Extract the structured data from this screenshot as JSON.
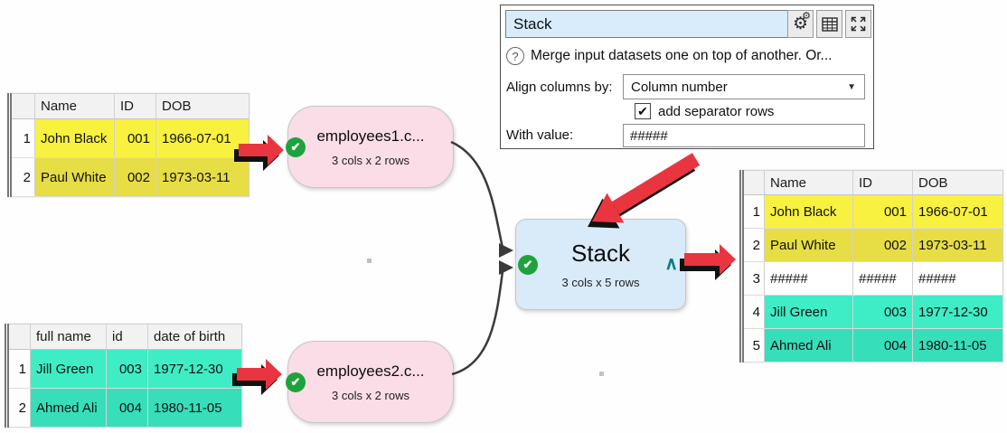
{
  "colors": {
    "yellow1": "#f8f13f",
    "yellow2": "#e7dd45",
    "teal1": "#3eedc5",
    "teal2": "#36dfba",
    "node-pink": "#fadde6",
    "node-blue": "#d9eaf9",
    "check-green": "#1ea33c",
    "arrow-red": "#e83540",
    "caret-teal": "#0a7c80",
    "title-input-bg": "#d8ecfc"
  },
  "icons": {
    "check": "✔",
    "question": "?",
    "dropdown_arrow": "▼",
    "caret_up": "∧",
    "gear": "⚙"
  },
  "panel": {
    "title_value": "Stack",
    "help_text": "Merge input datasets one on top of another. Or...",
    "align_label": "Align columns by:",
    "align_value": "Column number",
    "checkbox_label": "add separator rows",
    "checkbox_checked": true,
    "with_label": "With value:",
    "with_value": "#####"
  },
  "nodes": {
    "input1": {
      "title": "employees1.c...",
      "subtitle": "3 cols x 2 rows"
    },
    "input2": {
      "title": "employees2.c...",
      "subtitle": "3 cols x 2 rows"
    },
    "stack": {
      "title": "Stack",
      "subtitle": "3 cols x 5 rows"
    }
  },
  "tables": {
    "input1": {
      "headers": [
        "Name",
        "ID",
        "DOB"
      ],
      "rows": [
        [
          "1",
          "John Black",
          "001",
          "1966-07-01"
        ],
        [
          "2",
          "Paul White",
          "002",
          "1973-03-11"
        ]
      ]
    },
    "input2": {
      "headers": [
        "full name",
        "id",
        "date of birth"
      ],
      "rows": [
        [
          "1",
          "Jill Green",
          "003",
          "1977-12-30"
        ],
        [
          "2",
          "Ahmed Ali",
          "004",
          "1980-11-05"
        ]
      ]
    },
    "output": {
      "headers": [
        "Name",
        "ID",
        "DOB"
      ],
      "rows": [
        [
          "1",
          "John Black",
          "001",
          "1966-07-01"
        ],
        [
          "2",
          "Paul White",
          "002",
          "1973-03-11"
        ],
        [
          "3",
          "#####",
          "#####",
          "#####"
        ],
        [
          "4",
          "Jill Green",
          "003",
          "1977-12-30"
        ],
        [
          "5",
          "Ahmed Ali",
          "004",
          "1980-11-05"
        ]
      ]
    }
  }
}
